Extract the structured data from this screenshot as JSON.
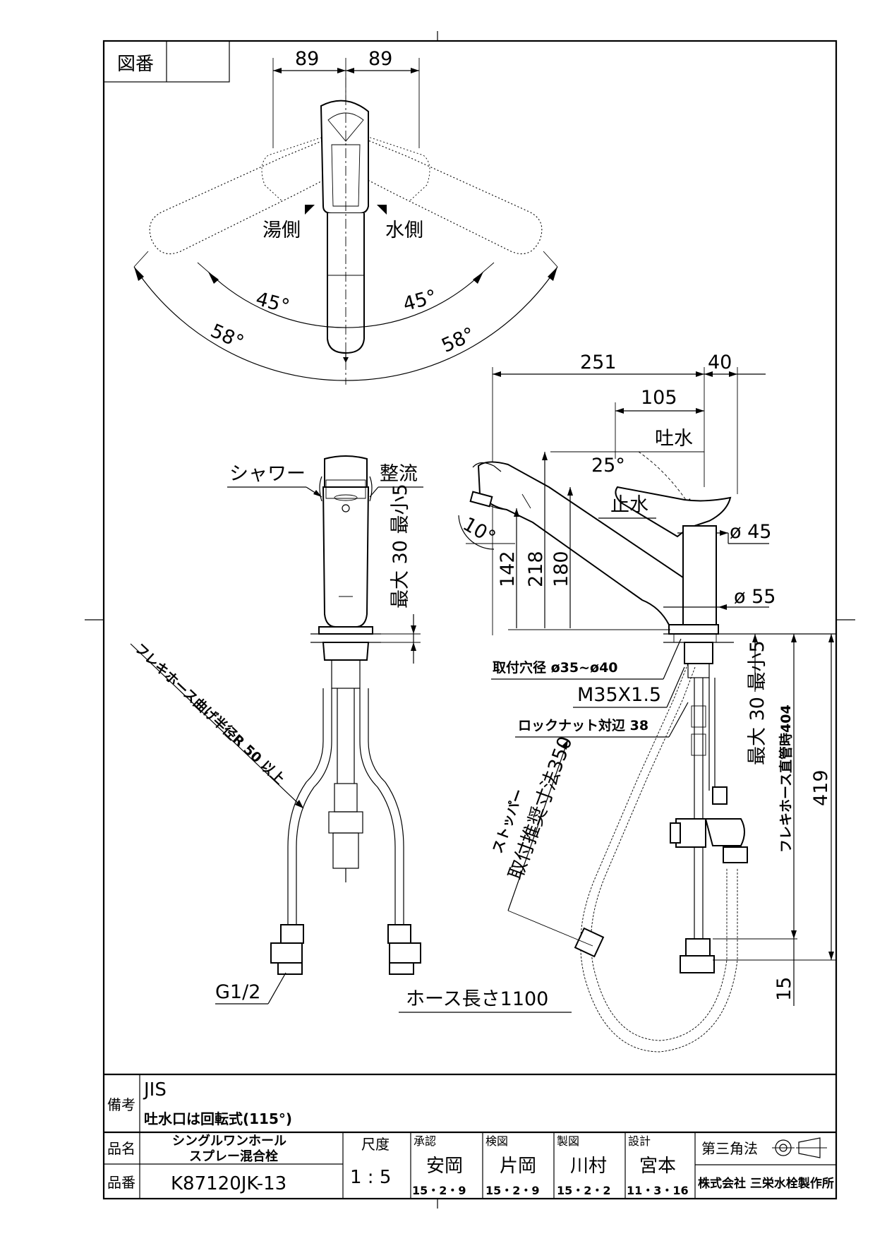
{
  "title_block": {
    "drawing_no_label": "図番",
    "notes_label": "備考",
    "note_1": "JIS",
    "note_2": "吐水口は回転式(115°)",
    "product_name_label": "品名",
    "product_name_line1": "シングルワンホール",
    "product_name_line2": "スプレー混合栓",
    "product_no_label": "品番",
    "product_no": "K87120JK-13",
    "scale_label": "尺度",
    "scale_value": "1 : 5",
    "approval_label": "承認",
    "approval_name": "安岡",
    "approval_date": "15・2・9",
    "check_label": "検図",
    "check_name": "片岡",
    "check_date": "15・2・9",
    "drafter_label": "製図",
    "drafter_name": "川村",
    "drafter_date": "15・2・2",
    "design_label": "設計",
    "design_name": "宮本",
    "design_date": "11・3・16",
    "projection_label": "第三角法",
    "company": "株式会社 三栄水栓製作所"
  },
  "top_view": {
    "dim_left": "89",
    "dim_right": "89",
    "hot_side": "湯側",
    "cold_side": "水側",
    "angle_inner_left": "45°",
    "angle_inner_right": "45°",
    "angle_outer_left": "58°",
    "angle_outer_right": "58°"
  },
  "front_view": {
    "shower": "シャワー",
    "stream": "整流",
    "max_thickness": "最大 30 最小5",
    "hose_bend": "フレキホース曲げ半径R 50 以上",
    "thread": "G1/2",
    "hose_length": "ホース長さ1100"
  },
  "side_view": {
    "dim_251": "251",
    "dim_40": "40",
    "dim_105": "105",
    "spout": "吐水",
    "angle_25": "25°",
    "stop": "止水",
    "dia_45": "ø 45",
    "angle_10": "10°",
    "dim_142": "142",
    "dim_218": "218",
    "dim_180": "180",
    "dia_55": "ø 55",
    "mount_hole": "取付穴径 ø35~ø40",
    "thread_m35": "M35X1.5",
    "locknut": "ロックナット対辺 38",
    "max_thickness": "最大 30 最小5",
    "flexi_straight": "フレキホース直管時404",
    "dim_419": "419",
    "stopper_1": "ストッパー",
    "stopper_2": "取付推奨寸法350",
    "dim_15": "15"
  }
}
